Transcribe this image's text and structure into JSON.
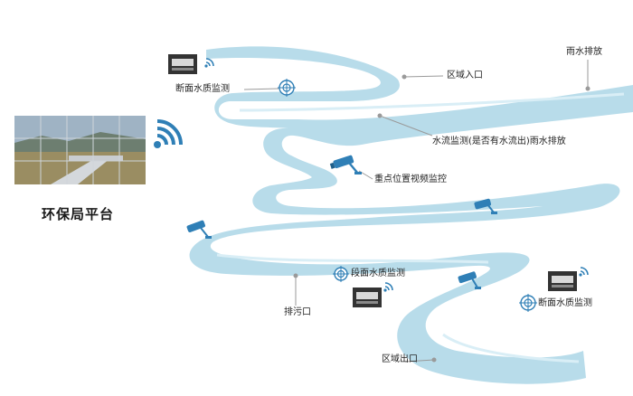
{
  "platform": {
    "label": "环保局平台"
  },
  "labels": {
    "section_quality_top": "断面水质监测",
    "region_entrance": "区域入口",
    "rain_discharge_top": "雨水排放",
    "flow_monitor": "水流监测(是否有水流出)雨水排放",
    "key_video": "重点位置视频监控",
    "segment_quality": "段面水质监测",
    "section_quality_right": "断面水质监测",
    "sewage_outlet": "排污口",
    "region_exit": "区域出口"
  },
  "colors": {
    "river": "#b8dcea",
    "accent_blue": "#2f7fb6",
    "device_dark": "#333333",
    "device_panel": "#d9d9d9",
    "leader": "#9a9a9a"
  },
  "icons": {
    "wifi": "wifi-icon",
    "camera": "cctv-camera-icon",
    "monitor_device": "water-quality-monitor-icon",
    "target": "crosshair-target-icon"
  }
}
